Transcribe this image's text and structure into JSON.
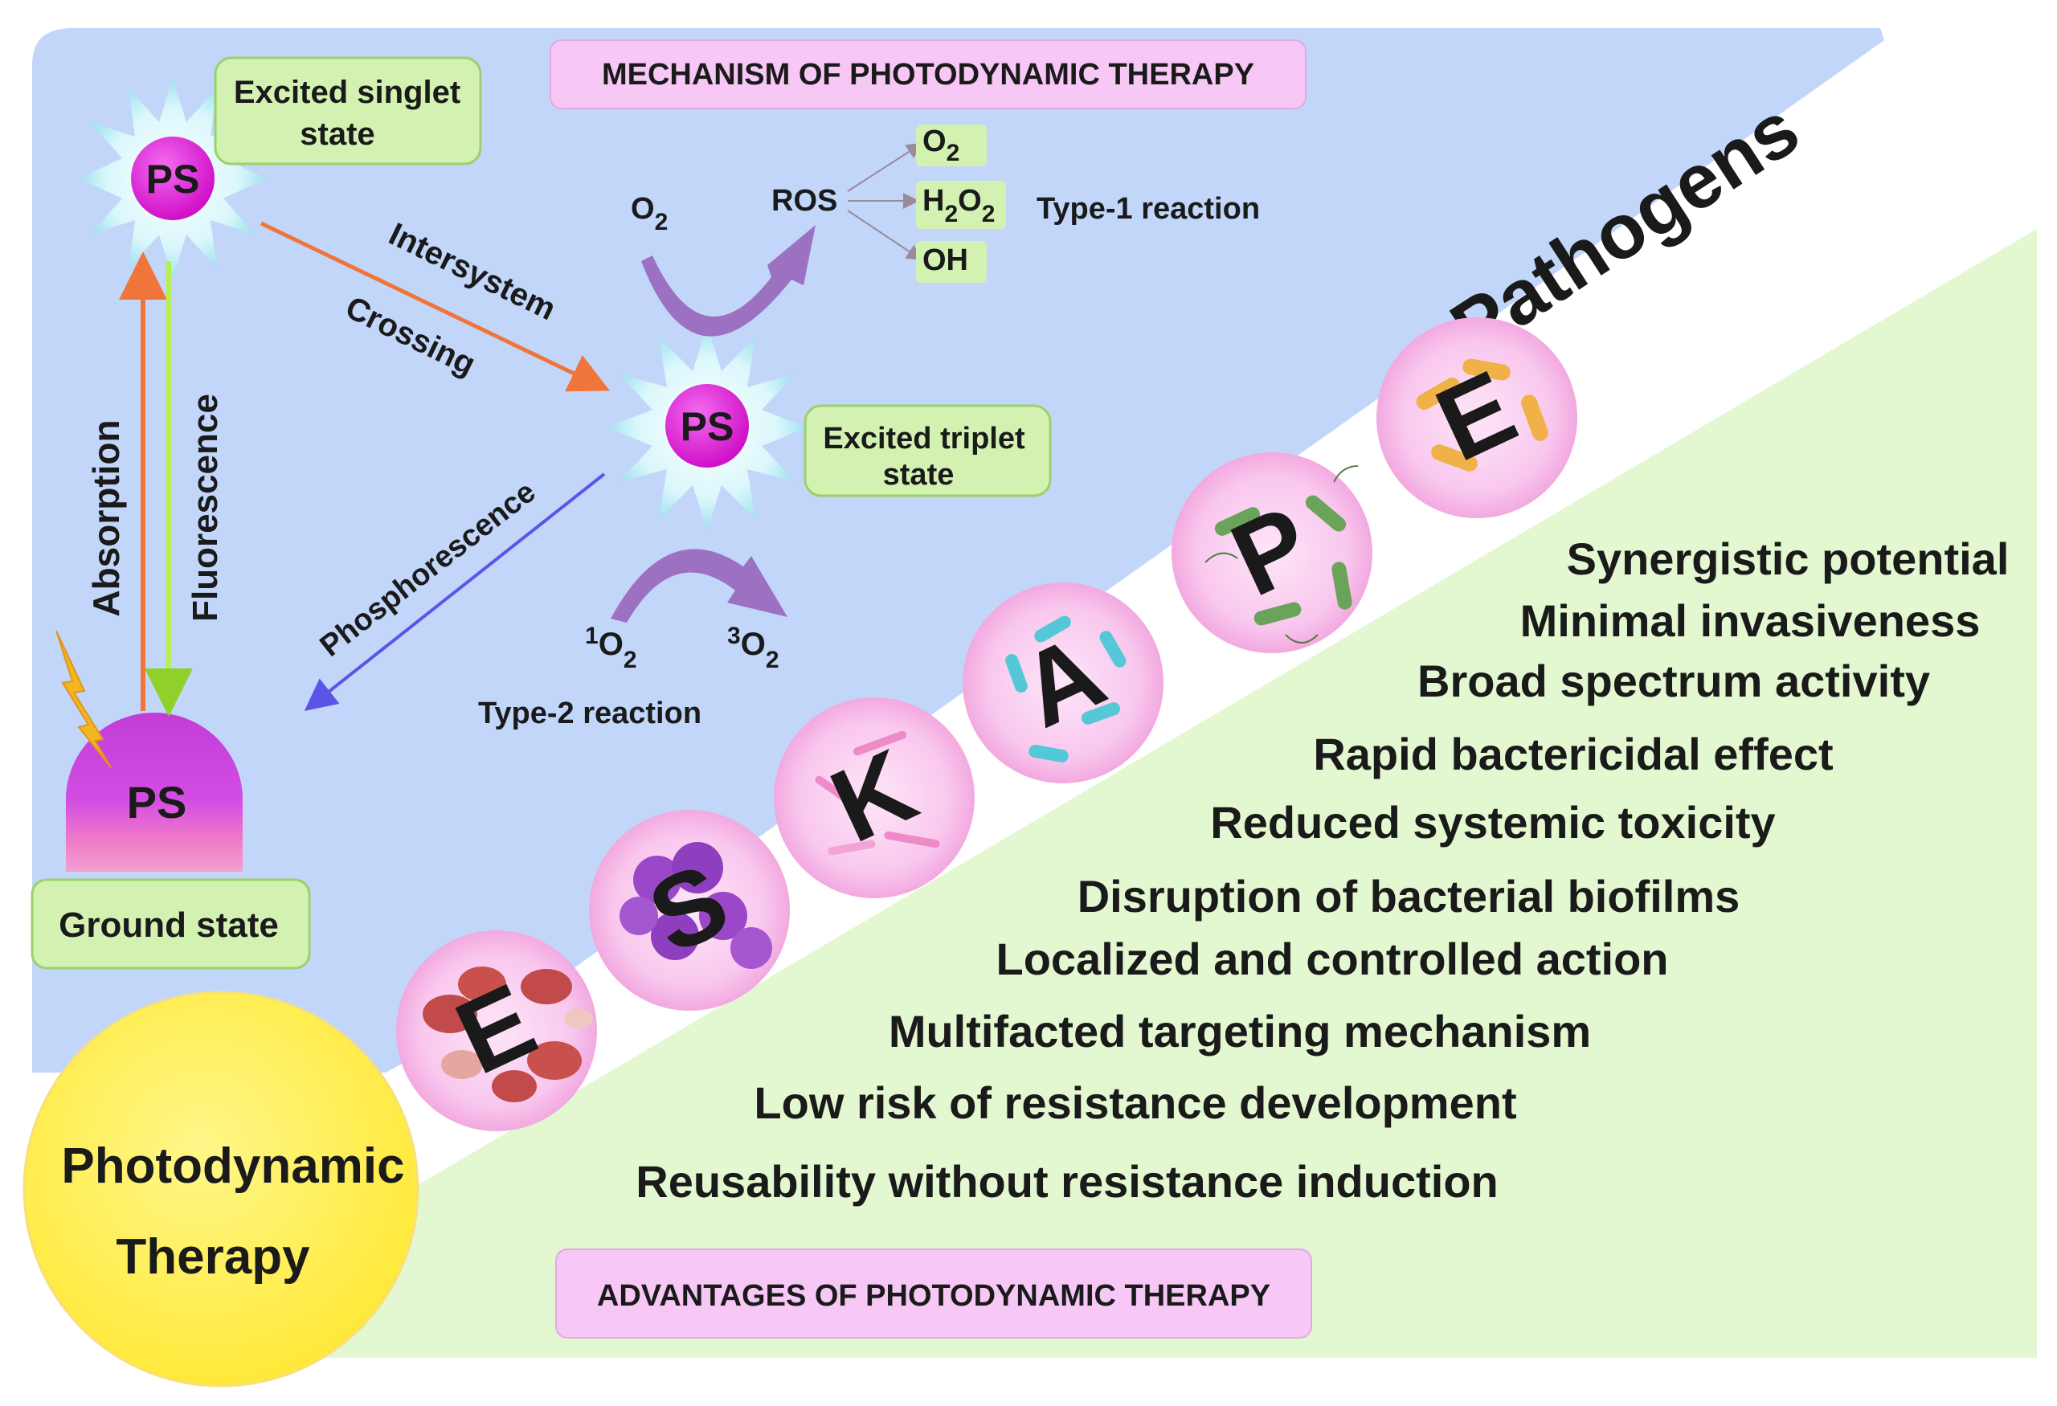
{
  "mechanism_title": "MECHANISM OF PHOTODYNAMIC THERAPY",
  "advantages_title": "ADVANTAGES OF PHOTODYNAMIC THERAPY",
  "pathogens_label": "Pathogens",
  "center_title_line1": "Photodynamic",
  "center_title_line2": "Therapy",
  "ps_label": "PS",
  "states": {
    "singlet_line1": "Excited singlet",
    "singlet_line2": "state",
    "triplet_line1": "Excited triplet",
    "triplet_line2": "state",
    "ground": "Ground state"
  },
  "processes": {
    "intersystem": "Intersystem",
    "crossing": "Crossing",
    "absorption": "Absorption",
    "fluorescence": "Fluorescence",
    "phosphorescence": "Phosphorescence"
  },
  "type1": {
    "label": "Type-1 reaction",
    "reactant": "O",
    "reactant_sub": "2",
    "ros": "ROS",
    "products": [
      {
        "main": "O",
        "sub": "2"
      },
      {
        "main": "H",
        "sub": "2",
        "mid": "O",
        "sub2": "2"
      },
      {
        "main": "OH"
      }
    ]
  },
  "type2": {
    "label": "Type-2 reaction",
    "reactant_sup": "1",
    "reactant": "O",
    "reactant_sub": "2",
    "product_sup": "3",
    "product": "O",
    "product_sub": "2"
  },
  "eskape_letters": [
    "E",
    "S",
    "K",
    "A",
    "P",
    "E"
  ],
  "advantages": [
    "Synergistic potential",
    "Minimal invasiveness",
    "Broad spectrum activity",
    "Rapid bactericidal effect",
    "Reduced systemic toxicity",
    "Disruption of bacterial biofilms",
    "Localized and controlled action",
    "Multifacted targeting mechanism",
    "Low risk of resistance development",
    "Reusability without resistance induction"
  ],
  "colors": {
    "blue_panel": "#c2d6fa",
    "green_panel": "#e3f7d0",
    "ps_magenta": "#e81ee0",
    "label_box": "#d3f2b2",
    "title_box": "#f7c8f5",
    "center_circle": "#fff15a",
    "arrow_orange": "#f0753a",
    "arrow_green": "#b6f04a",
    "arrow_blue": "#5a55e6",
    "curve_purple": "#9b6bbf"
  }
}
